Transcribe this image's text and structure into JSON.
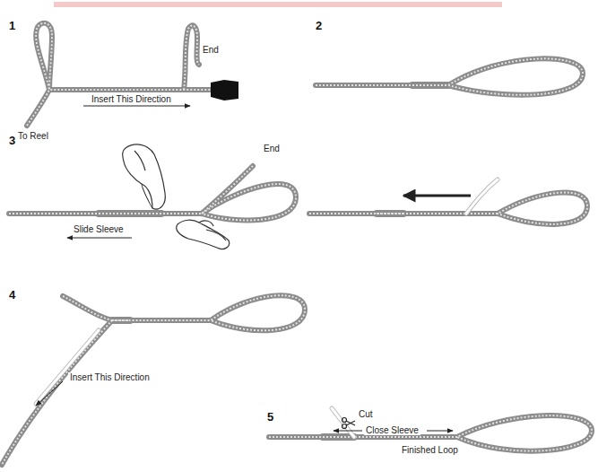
{
  "diagram": {
    "labels": [
      "1",
      "End",
      "To Reel",
      "Insert This Direction",
      "2",
      "3",
      "End",
      "Slide Sleeve",
      "4",
      "Insert This Direction",
      "5",
      "Cut",
      "Close Sleeve",
      "Finished Loop"
    ]
  }
}
